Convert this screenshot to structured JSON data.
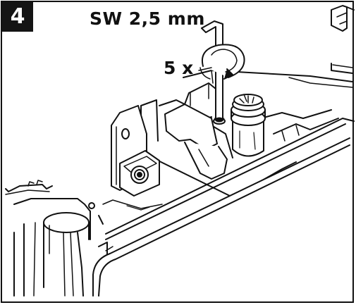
{
  "step": {
    "number": "4"
  },
  "tool": {
    "label": "SW 2,5 mm"
  },
  "rotation": {
    "label": "5 x"
  },
  "colors": {
    "line": "#111111",
    "badge": "#141414",
    "background": "#ffffff"
  },
  "icons": {
    "rotation": "circular-arrow-icon",
    "hex-key": "allen-key-icon"
  }
}
